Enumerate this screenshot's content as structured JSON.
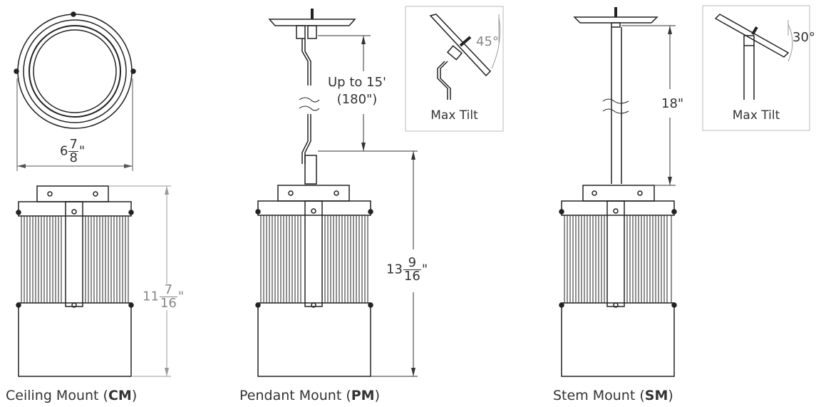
{
  "captions": {
    "ceiling": {
      "text": "Ceiling Mount (",
      "code": "CM",
      "close": ")"
    },
    "pendant": {
      "text": "Pendant Mount (",
      "code": "PM",
      "close": ")"
    },
    "stem": {
      "text": "Stem Mount (",
      "code": "SM",
      "close": ")"
    }
  },
  "dimensions": {
    "diameter": {
      "whole": "6",
      "num": "7",
      "den": "8",
      "unit": "\""
    },
    "ceiling_height": {
      "whole": "11",
      "num": "7",
      "den": "16",
      "unit": "\""
    },
    "pendant_height": {
      "whole": "13",
      "num": "9",
      "den": "16",
      "unit": "\""
    },
    "pendant_cord_line1": "Up to 15'",
    "pendant_cord_line2": "(180\")",
    "stem_length": "18\""
  },
  "insets": {
    "pendant_tilt": {
      "angle": "45°",
      "label": "Max Tilt"
    },
    "stem_tilt": {
      "angle": "30°",
      "label": "Max Tilt"
    }
  },
  "colors": {
    "line": "#222222",
    "dim_line": "#555555",
    "gray_dim": "#888888",
    "inset_border": "#bbbbbb"
  }
}
